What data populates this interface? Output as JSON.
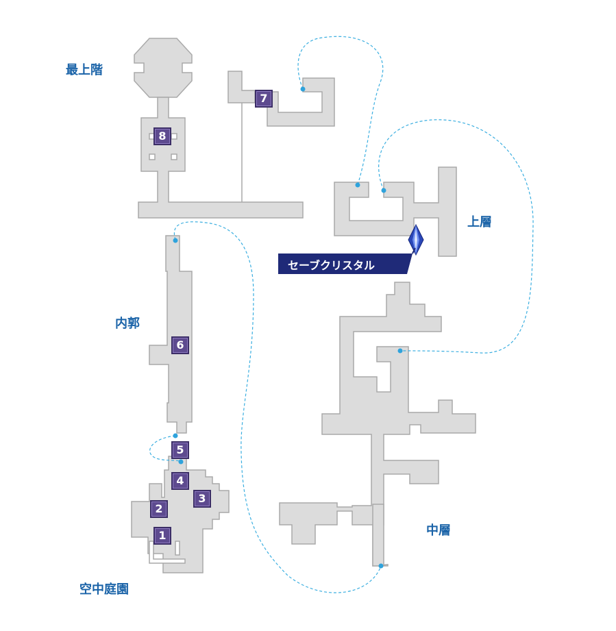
{
  "areas": {
    "top_floor": "最上階",
    "upper_floor": "上層",
    "inner_keep": "内郭",
    "middle_floor": "中層",
    "sky_garden": "空中庭園"
  },
  "save_crystal": {
    "label": "セーブクリスタル"
  },
  "markers": [
    "1",
    "2",
    "3",
    "4",
    "5",
    "6",
    "7",
    "8"
  ],
  "colors": {
    "room_fill": "#dcdcdc",
    "room_stroke": "#a9a9a9",
    "label": "#1a63a8",
    "marker": "#5d4a8f",
    "path": "#3aaee0",
    "crystal_banner": "#1f2a78"
  }
}
